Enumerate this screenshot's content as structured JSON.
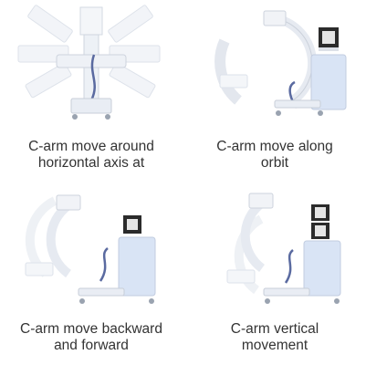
{
  "panels": [
    {
      "id": "horizontal-axis",
      "caption_line1": "C-arm move around",
      "caption_line2": "horizontal axis at"
    },
    {
      "id": "along-orbit",
      "caption_line1": "C-arm move along",
      "caption_line2": "orbit"
    },
    {
      "id": "backward-forward",
      "caption_line1": "C-arm move backward",
      "caption_line2": "and  forward"
    },
    {
      "id": "vertical-movement",
      "caption_line1": "C-arm vertical",
      "caption_line2": "movement"
    }
  ],
  "colors": {
    "device_body": "#e9edf4",
    "device_outline": "#c8ced8",
    "device_blue": "#d9e4f5",
    "cable": "#5a6aa0",
    "monitor": "#2b2b2b",
    "caption_text": "#333333"
  }
}
